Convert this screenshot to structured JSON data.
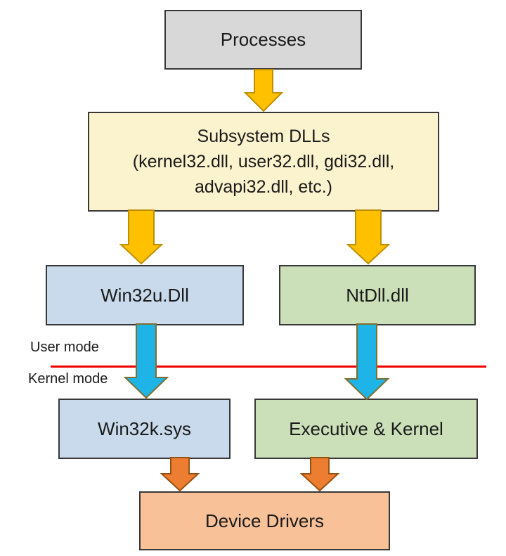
{
  "colors": {
    "box_border": "#383838",
    "processes_fill": "#d8d8d8",
    "subsystem_fill": "#fbf2ce",
    "blue_fill": "#c9daec",
    "green_fill": "#cbe0b9",
    "peach_fill": "#f8c198",
    "divider_red": "#f20000",
    "arrow_gold_fill": "#ffc000",
    "arrow_gold_stroke": "#bf8f00",
    "arrow_blue_fill": "#1fb4e8",
    "arrow_blue_stroke": "#7f6f2e",
    "arrow_orange_fill": "#ed7d31",
    "arrow_orange_stroke": "#99510f"
  },
  "boxes": {
    "processes": {
      "label": "Processes"
    },
    "subsystem": {
      "line1": "Subsystem DLLs",
      "line2": "(kernel32.dll, user32.dll, gdi32.dll,",
      "line3": "advapi32.dll, etc.)"
    },
    "win32u": {
      "label": "Win32u.Dll"
    },
    "ntdll": {
      "label": "NtDll.dll"
    },
    "win32k": {
      "label": "Win32k.sys"
    },
    "executive": {
      "label": "Executive & Kernel"
    },
    "device_drivers": {
      "label": "Device Drivers"
    }
  },
  "labels": {
    "user_mode": "User mode",
    "kernel_mode": "Kernel mode"
  },
  "arrows": [
    {
      "from": "processes",
      "to": "subsystem",
      "color": "gold"
    },
    {
      "from": "subsystem",
      "to": "win32u",
      "color": "gold"
    },
    {
      "from": "subsystem",
      "to": "ntdll",
      "color": "gold"
    },
    {
      "from": "win32u",
      "to": "win32k",
      "color": "blue"
    },
    {
      "from": "ntdll",
      "to": "executive",
      "color": "blue"
    },
    {
      "from": "win32k",
      "to": "device_drivers",
      "color": "orange"
    },
    {
      "from": "executive",
      "to": "device_drivers",
      "color": "orange"
    }
  ]
}
